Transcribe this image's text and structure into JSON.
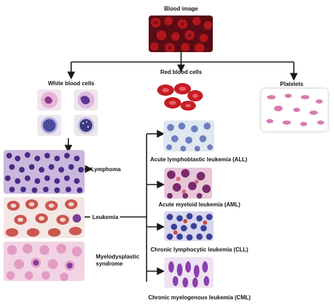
{
  "labels": {
    "blood_image": "Blood image",
    "white_blood_cells": "White blood cells",
    "red_blood_cells": "Red blood cells",
    "platelets": "Platelets",
    "lymphoma": "Lymphoma",
    "leukemia": "Leukemia",
    "mds_line1": "Myelodysplastic",
    "mds_line2": "syndrome",
    "all": "Acute lymphoblastic leukemia (ALL)",
    "aml": "Acute myeloid leukemia (AML)",
    "cll": "Chronic lymphocytic leukemia (CLL)",
    "cml": "Chronic myelogenous leukemia (CML)"
  },
  "colors": {
    "line": "#1a1a1a",
    "blood_bg": "#5a0c14",
    "rbc": "#c41e24",
    "smear_pink": "#e9b7cf",
    "nucleus_purple": "#4b2a86",
    "platelet": "#d77bb0"
  }
}
